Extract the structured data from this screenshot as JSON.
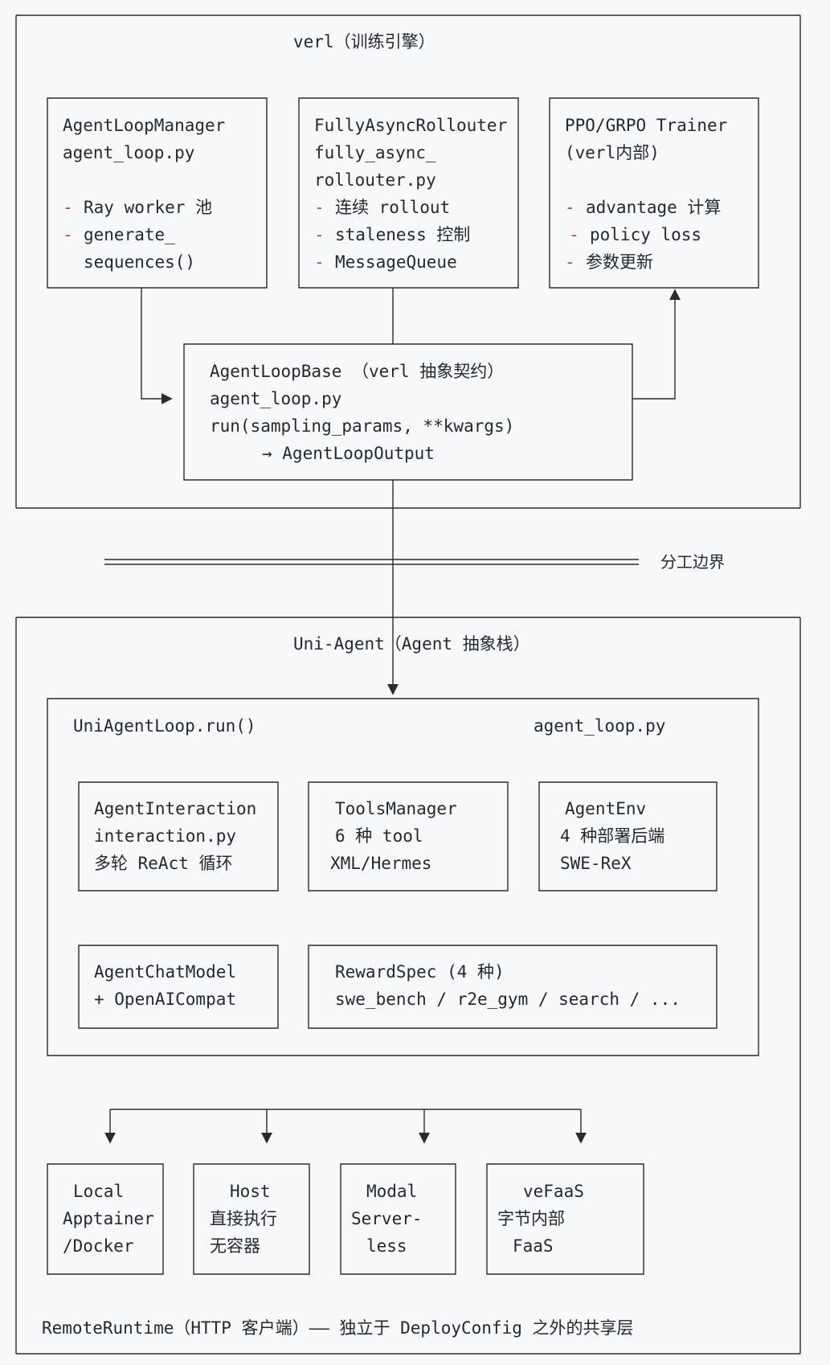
{
  "verl_section": {
    "title": "verl（训练引擎）",
    "agent_loop_manager": {
      "name": "AgentLoopManager",
      "file": "agent_loop.py",
      "items": [
        "Ray worker 池",
        "generate_",
        "sequences()"
      ]
    },
    "fully_async_rollouter": {
      "name": "FullyAsyncRollouter",
      "file_line1": "fully_async_",
      "file_line2": "rollouter.py",
      "items": [
        "连续 rollout",
        "staleness 控制",
        "MessageQueue"
      ]
    },
    "trainer": {
      "name": "PPO/GRPO Trainer",
      "subtitle": "(verl内部)",
      "items": [
        "advantage 计算",
        "policy loss",
        "参数更新"
      ]
    },
    "agent_loop_base": {
      "title": "AgentLoopBase （verl 抽象契约）",
      "file": "agent_loop.py",
      "signature": "run(sampling_params, **kwargs)",
      "returns": "→ AgentLoopOutput"
    }
  },
  "boundary": {
    "label": "分工边界"
  },
  "uni_agent_section": {
    "title": "Uni-Agent（Agent 抽象栈）",
    "uni_agent_loop": {
      "name": "UniAgentLoop.run()",
      "file": "agent_loop.py"
    },
    "agent_interaction": {
      "name": "AgentInteraction",
      "file": "interaction.py",
      "desc": "多轮 ReAct 循环"
    },
    "tools_manager": {
      "name": "ToolsManager",
      "line1": "6 种 tool",
      "line2": "XML/Hermes"
    },
    "agent_env": {
      "name": "AgentEnv",
      "line1": "4 种部署后端",
      "line2": "SWE-ReX"
    },
    "agent_chat_model": {
      "name": "AgentChatModel",
      "line2": "+ OpenAICompat"
    },
    "reward_spec": {
      "name": "RewardSpec (4 种)",
      "line2": "swe_bench / r2e_gym / search / ..."
    },
    "backends": [
      {
        "line1": "Local",
        "line2": "Apptainer",
        "line3": "/Docker"
      },
      {
        "line1": "Host",
        "line2": "直接执行",
        "line3": "无容器"
      },
      {
        "line1": "Modal",
        "line2": "Server-",
        "line3": "less"
      },
      {
        "line1": "veFaaS",
        "line2": "字节内部",
        "line3": "FaaS"
      }
    ],
    "footer": "RemoteRuntime（HTTP 客户端）—— 独立于 DeployConfig 之外的共享层"
  },
  "colors": {
    "background": "#f6f8fa",
    "line": "#2b2b2b",
    "text": "#24292e",
    "punct_red": "#d73a49",
    "number_green": "#22863a"
  }
}
